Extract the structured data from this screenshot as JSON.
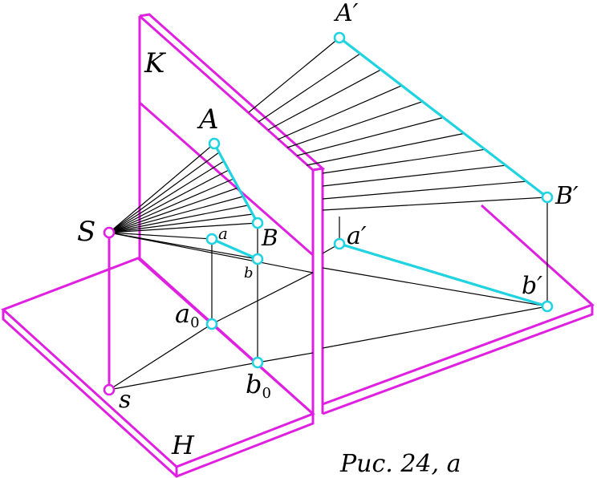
{
  "colors": {
    "plane": "#e020e0",
    "segment": "#1fd3e0",
    "line": "#000000"
  },
  "labels": {
    "K": "K",
    "A": "A",
    "S": "S",
    "a": "a",
    "B": "B",
    "b": "b",
    "a0": "a",
    "a0_sub": "0",
    "b0": "b",
    "b0_sub": "0",
    "s": "s",
    "H": "H",
    "A_prime": "A′",
    "B_prime": "B′",
    "a_prime": "a′",
    "b_prime": "b′"
  },
  "caption": "Рис. 24, а"
}
